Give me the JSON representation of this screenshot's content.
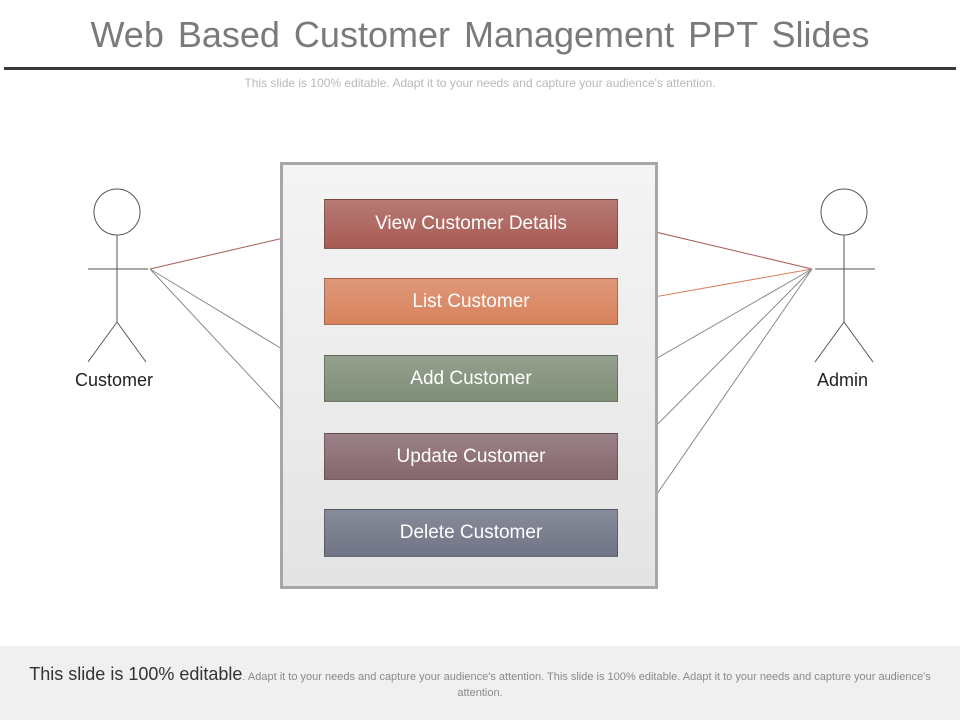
{
  "title": "Web Based Customer Management PPT Slides",
  "subtitle": "This slide is 100% editable. Adapt it to your needs and capture your audience's attention.",
  "actors": {
    "left": "Customer",
    "right": "Admin"
  },
  "use_cases": [
    {
      "label": "View Customer Details",
      "color": "#a85b54"
    },
    {
      "label": "List Customer",
      "color": "#d9825c"
    },
    {
      "label": "Add Customer",
      "color": "#7f8d77"
    },
    {
      "label": "Update Customer",
      "color": "#86676e"
    },
    {
      "label": "Delete Customer",
      "color": "#707485"
    }
  ],
  "footer": {
    "lead": "This slide is 100% editable",
    "body": ". Adapt it to your needs and capture your audience's attention. This slide is 100% editable. Adapt it to your needs and capture your audience's attention."
  }
}
